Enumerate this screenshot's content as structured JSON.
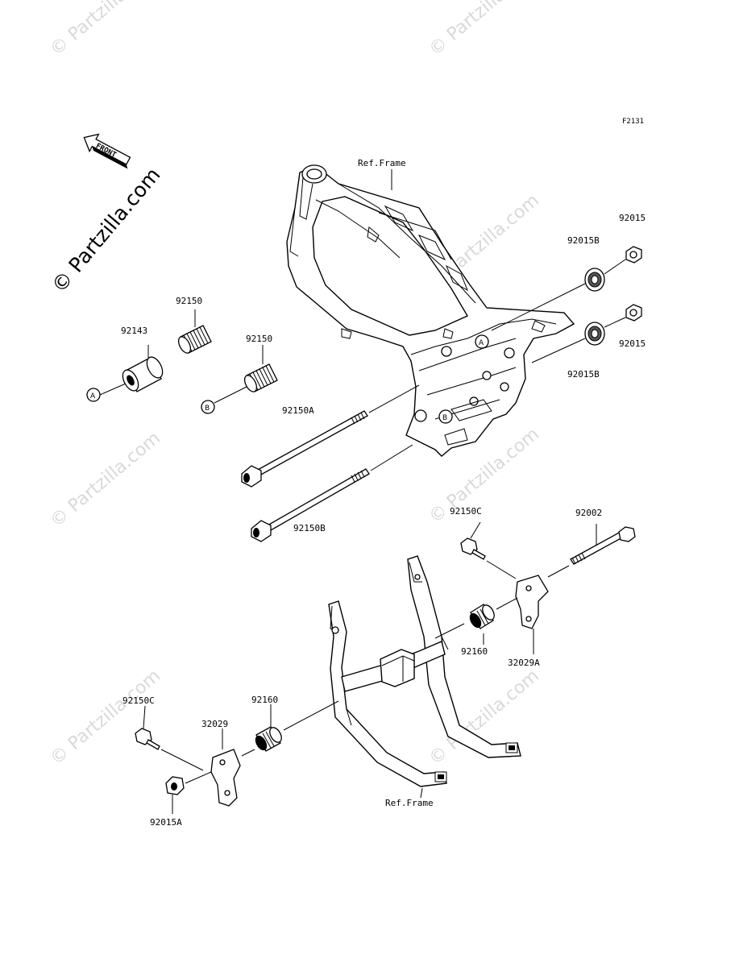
{
  "diagram": {
    "figure_code": "F2131",
    "front_label": "FRONT",
    "watermark_main": "© Partzilla.com",
    "watermark_faint": "© Partzilla.com",
    "labels": {
      "ref_frame_top": "Ref.Frame",
      "ref_frame_bottom": "Ref.Frame",
      "p92015_a": "92015",
      "p92015_b": "92015",
      "p92015B_a": "92015B",
      "p92015B_b": "92015B",
      "p92150_a": "92150",
      "p92150_b": "92150",
      "p92143": "92143",
      "p92150A": "92150A",
      "p92150B": "92150B",
      "p92150C_a": "92150C",
      "p92150C_b": "92150C",
      "p92002": "92002",
      "p92160_a": "92160",
      "p92160_b": "92160",
      "p32029A": "32029A",
      "p32029": "32029",
      "p92015A": "92015A"
    },
    "callouts": {
      "a": "A",
      "b": "B"
    }
  }
}
